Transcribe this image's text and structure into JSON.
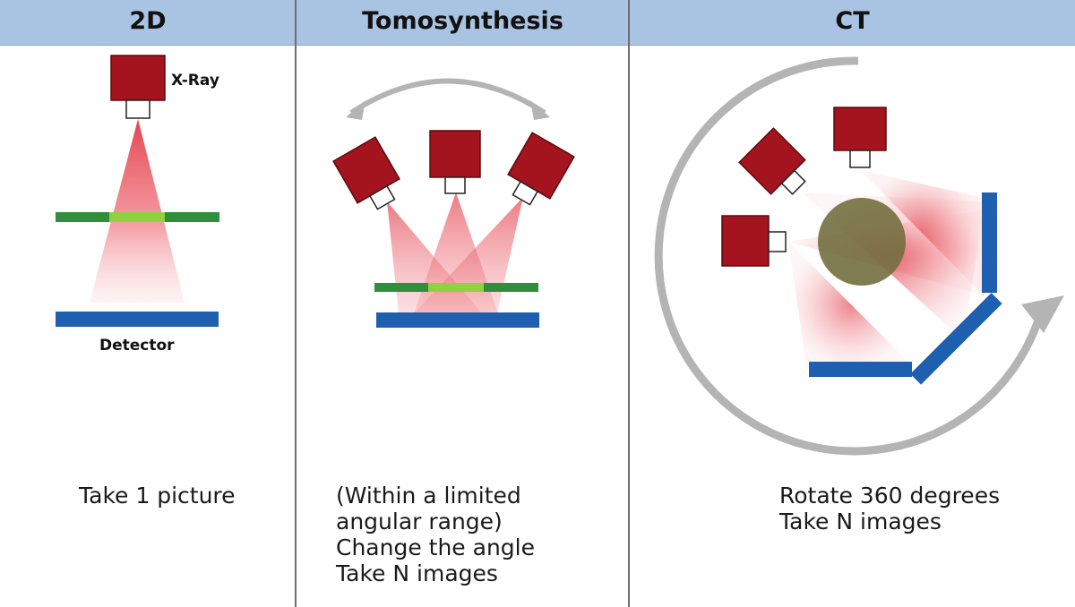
{
  "columns": [
    {
      "title": "2D",
      "labels": {
        "source": "X-Ray",
        "detector": "Detector"
      },
      "caption": [
        "Take 1 picture"
      ]
    },
    {
      "title": "Tomosynthesis",
      "caption": [
        "(Within a limited",
        "angular range)",
        "Change the angle",
        "Take N images"
      ]
    },
    {
      "title": "CT",
      "caption": [
        "Rotate 360 degrees",
        "Take N images"
      ]
    }
  ],
  "colors": {
    "header": "#a9c3e3",
    "source": "#a3141e",
    "beam": "#e8505a",
    "object": "#2f8f3c",
    "object_highlight": "#8fd13f",
    "detector": "#1f5fb0",
    "arrow": "#b4b4b4",
    "divider": "#6e6e6e"
  }
}
